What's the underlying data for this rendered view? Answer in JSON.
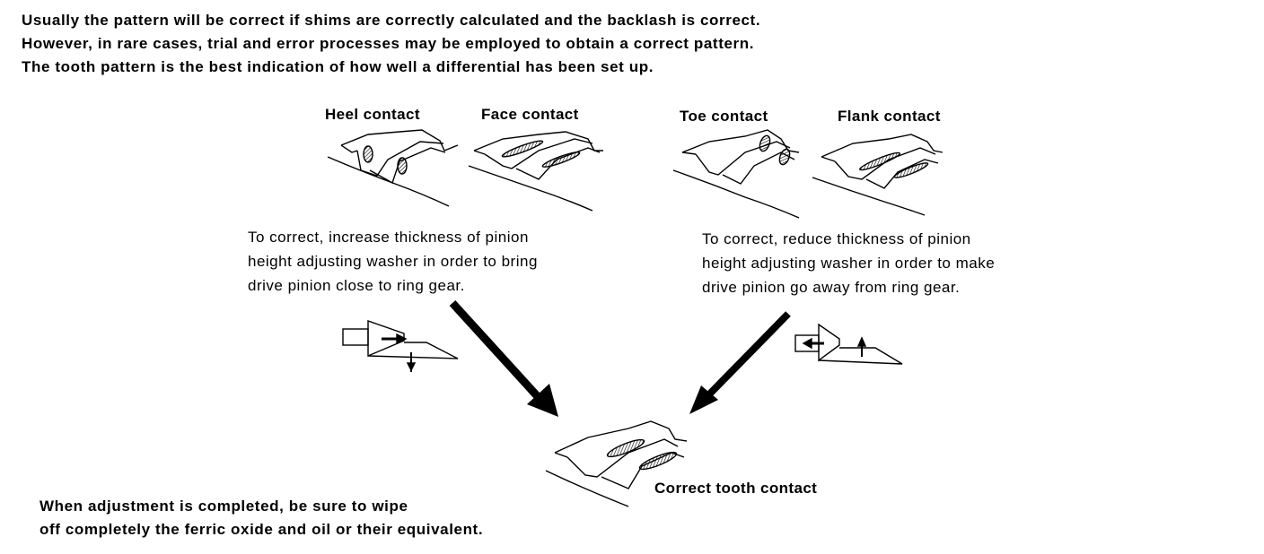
{
  "intro": {
    "line1": "Usually the pattern will be correct if shims are correctly calculated and the backlash is correct.",
    "line2": "However, in rare cases, trial and error processes may be employed to obtain a correct pattern.",
    "line3": "The tooth pattern is the best indication of how well a differential has been set up."
  },
  "labels": {
    "heel": "Heel contact",
    "face": "Face contact",
    "toe": "Toe contact",
    "flank": "Flank contact",
    "correct": "Correct tooth contact"
  },
  "left_note": {
    "line1": "To correct, increase thickness of pinion",
    "line2": "height adjusting washer in order to bring",
    "line3": "drive pinion close to ring gear."
  },
  "right_note": {
    "line1": "To correct, reduce thickness of pinion",
    "line2": "height adjusting washer in order to make",
    "line3": "drive pinion go away from ring gear."
  },
  "final_note": {
    "line1": "When adjustment is completed, be sure to wipe",
    "line2": "off completely the ferric oxide and oil or their equivalent."
  }
}
